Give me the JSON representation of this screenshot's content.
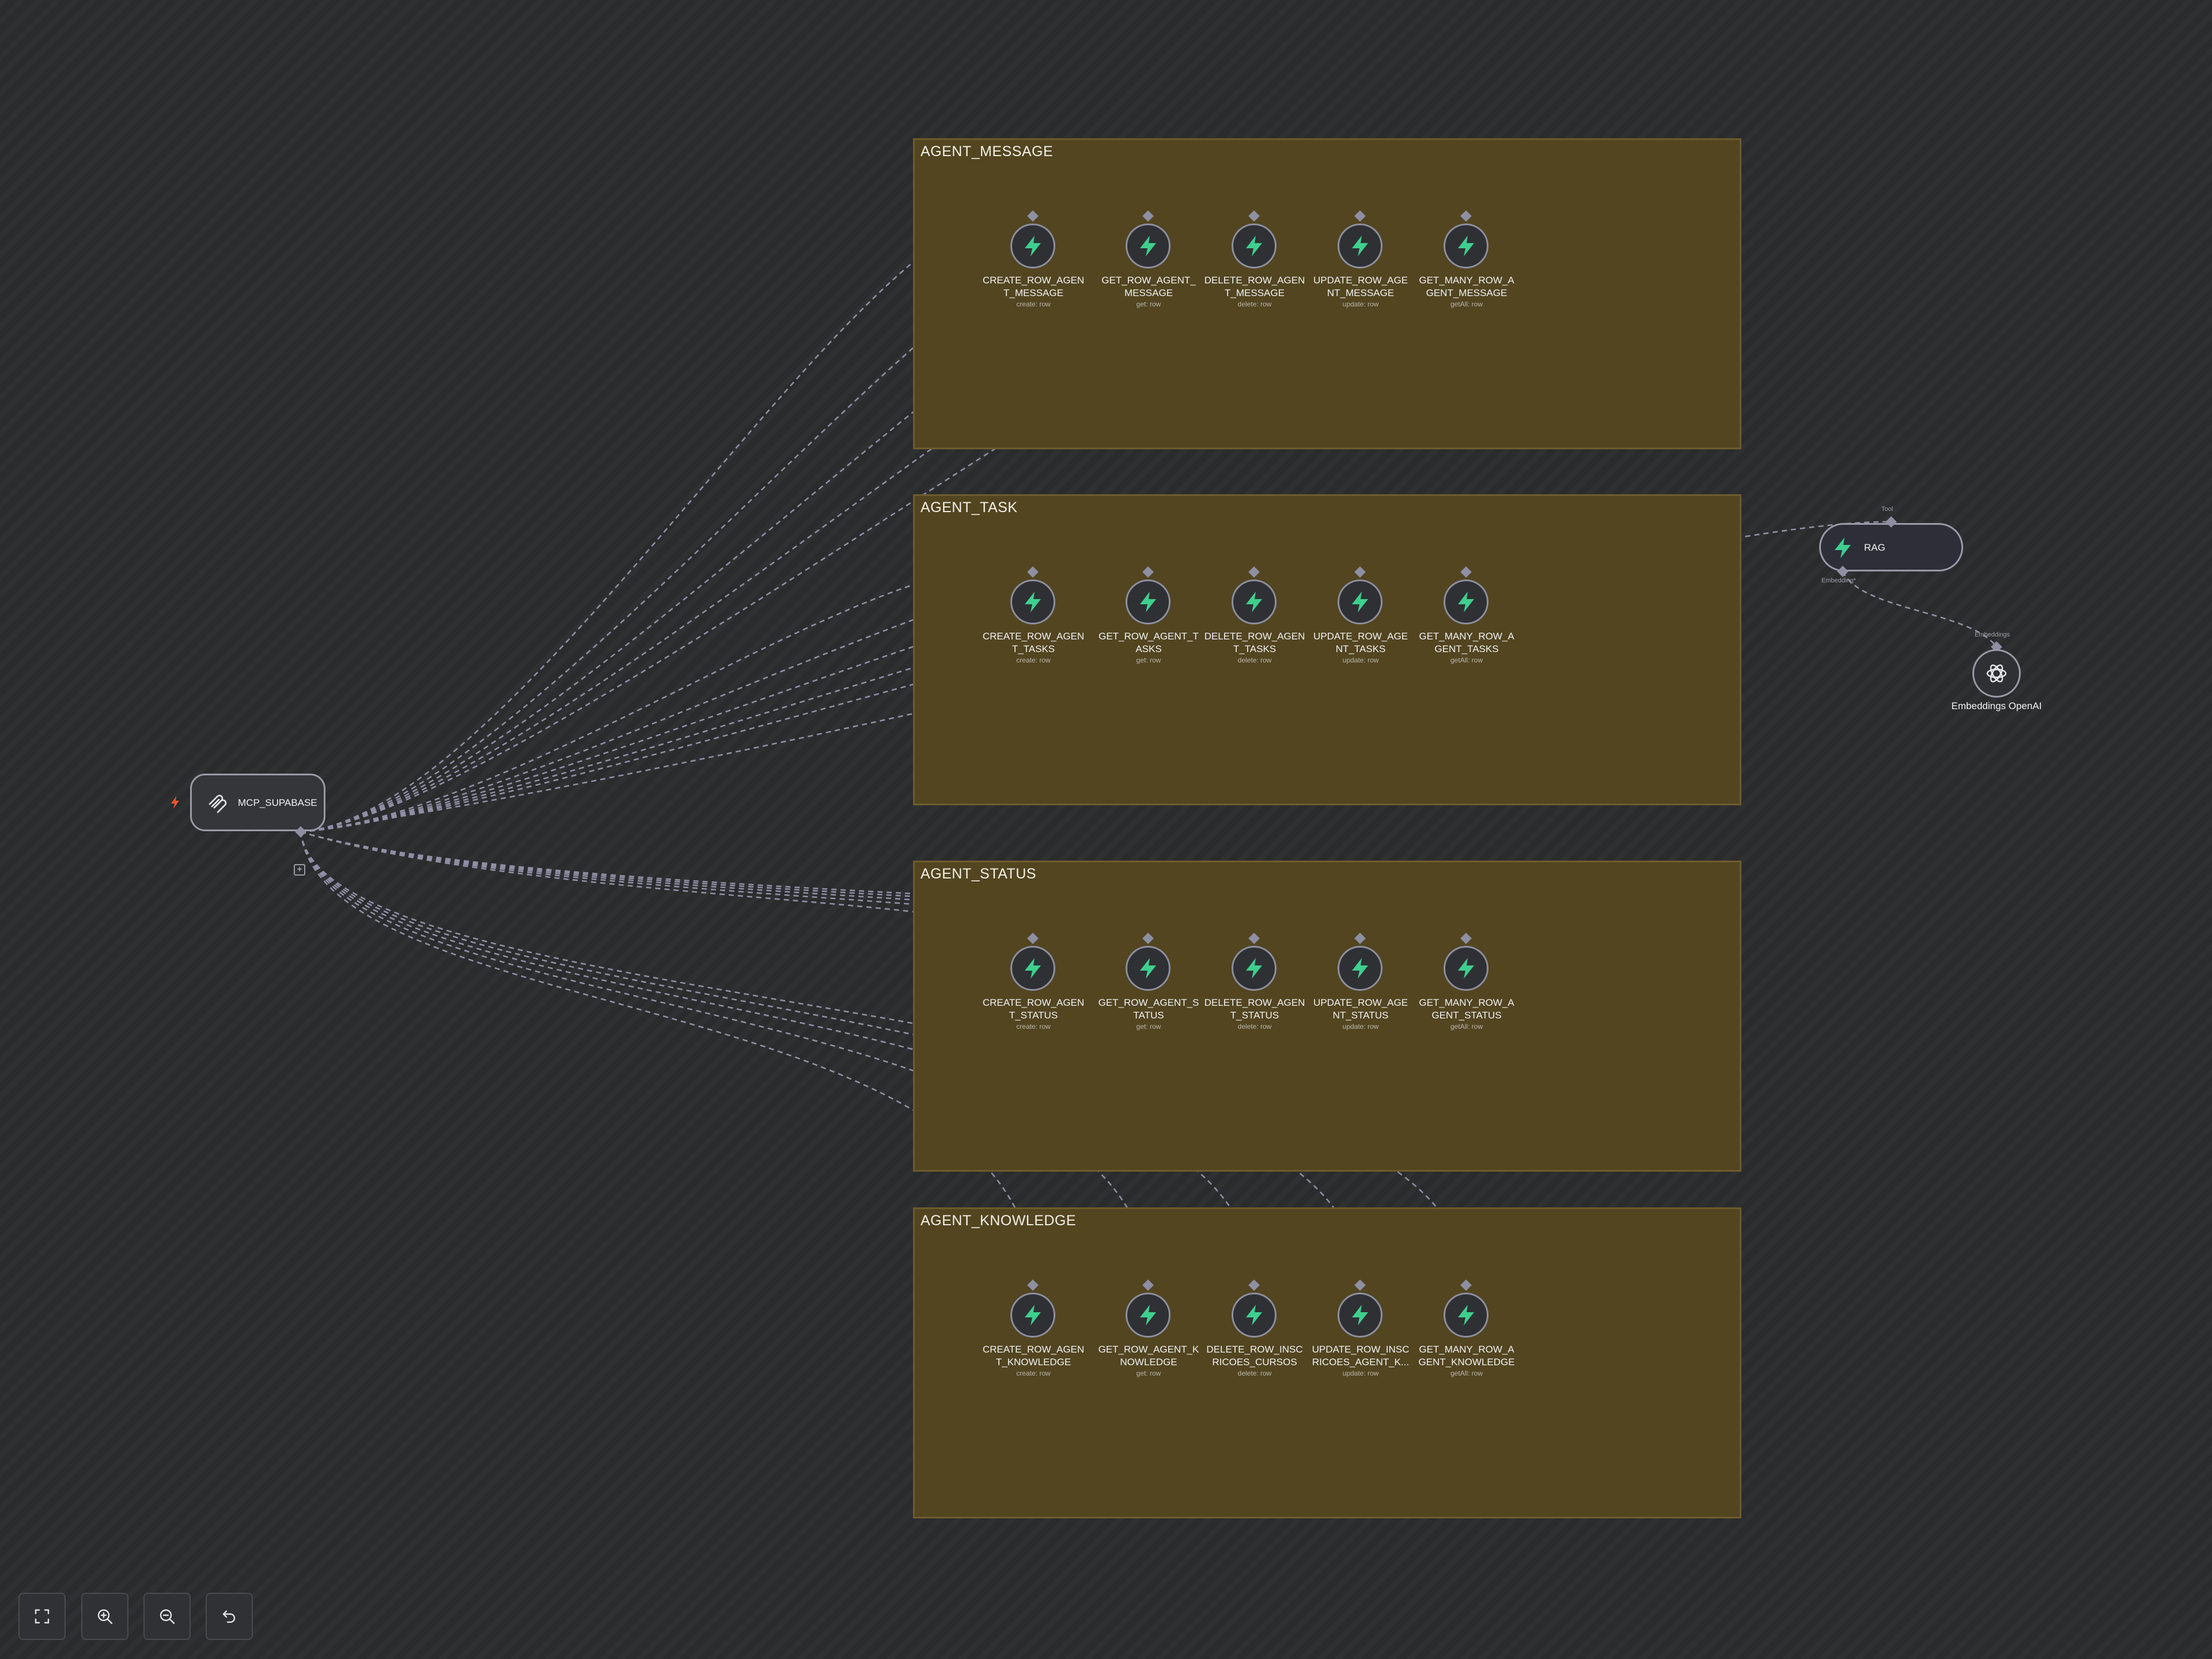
{
  "canvas": {
    "trigger": {
      "label": "MCP_SUPABASE",
      "icon": "supabase-mcp-icon"
    },
    "groups": [
      {
        "title": "AGENT_MESSAGE",
        "tools": [
          {
            "name": "CREATE_ROW_AGEN\nT_MESSAGE",
            "op": "create: row"
          },
          {
            "name": "GET_ROW_AGENT_\nMESSAGE",
            "op": "get: row"
          },
          {
            "name": "DELETE_ROW_AGEN\nT_MESSAGE",
            "op": "delete: row"
          },
          {
            "name": "UPDATE_ROW_AGE\nNT_MESSAGE",
            "op": "update: row"
          },
          {
            "name": "GET_MANY_ROW_A\nGENT_MESSAGE",
            "op": "getAll: row"
          }
        ]
      },
      {
        "title": "AGENT_TASK",
        "tools": [
          {
            "name": "CREATE_ROW_AGEN\nT_TASKS",
            "op": "create: row"
          },
          {
            "name": "GET_ROW_AGENT_T\nASKS",
            "op": "get: row"
          },
          {
            "name": "DELETE_ROW_AGEN\nT_TASKS",
            "op": "delete: row"
          },
          {
            "name": "UPDATE_ROW_AGE\nNT_TASKS",
            "op": "update: row"
          },
          {
            "name": "GET_MANY_ROW_A\nGENT_TASKS",
            "op": "getAll: row"
          }
        ]
      },
      {
        "title": "AGENT_STATUS",
        "tools": [
          {
            "name": "CREATE_ROW_AGEN\nT_STATUS",
            "op": "create: row"
          },
          {
            "name": "GET_ROW_AGENT_S\nTATUS",
            "op": "get: row"
          },
          {
            "name": "DELETE_ROW_AGEN\nT_STATUS",
            "op": "delete: row"
          },
          {
            "name": "UPDATE_ROW_AGE\nNT_STATUS",
            "op": "update: row"
          },
          {
            "name": "GET_MANY_ROW_A\nGENT_STATUS",
            "op": "getAll: row"
          }
        ]
      },
      {
        "title": "AGENT_KNOWLEDGE",
        "tools": [
          {
            "name": "CREATE_ROW_AGEN\nT_KNOWLEDGE",
            "op": "create: row"
          },
          {
            "name": "GET_ROW_AGENT_K\nNOWLEDGE",
            "op": "get: row"
          },
          {
            "name": "DELETE_ROW_INSC\nRICOES_CURSOS",
            "op": "delete: row"
          },
          {
            "name": "UPDATE_ROW_INSC\nRICOES_AGENT_K...",
            "op": "update: row"
          },
          {
            "name": "GET_MANY_ROW_A\nGENT_KNOWLEDGE",
            "op": "getAll: row"
          }
        ]
      }
    ],
    "rag": {
      "label": "RAG",
      "port_top": "Tool",
      "port_bottom": "Embedding*"
    },
    "embeddings": {
      "label": "Embeddings OpenAI",
      "port_top": "Embeddings"
    }
  },
  "controls": [
    {
      "name": "fit-view-button",
      "icon": "fit-view-icon"
    },
    {
      "name": "zoom-in-button",
      "icon": "zoom-in-icon"
    },
    {
      "name": "zoom-out-button",
      "icon": "zoom-out-icon"
    },
    {
      "name": "reset-zoom-button",
      "icon": "undo-icon"
    }
  ],
  "colors": {
    "background": "#2a2b2c",
    "group_fill": "#524520",
    "group_border": "#6d5c2b",
    "node_border": "#8d8fa0",
    "edge": "#8f8fa6",
    "tool_icon": "#3ecf8e",
    "trigger_bolt": "#e8562a"
  }
}
